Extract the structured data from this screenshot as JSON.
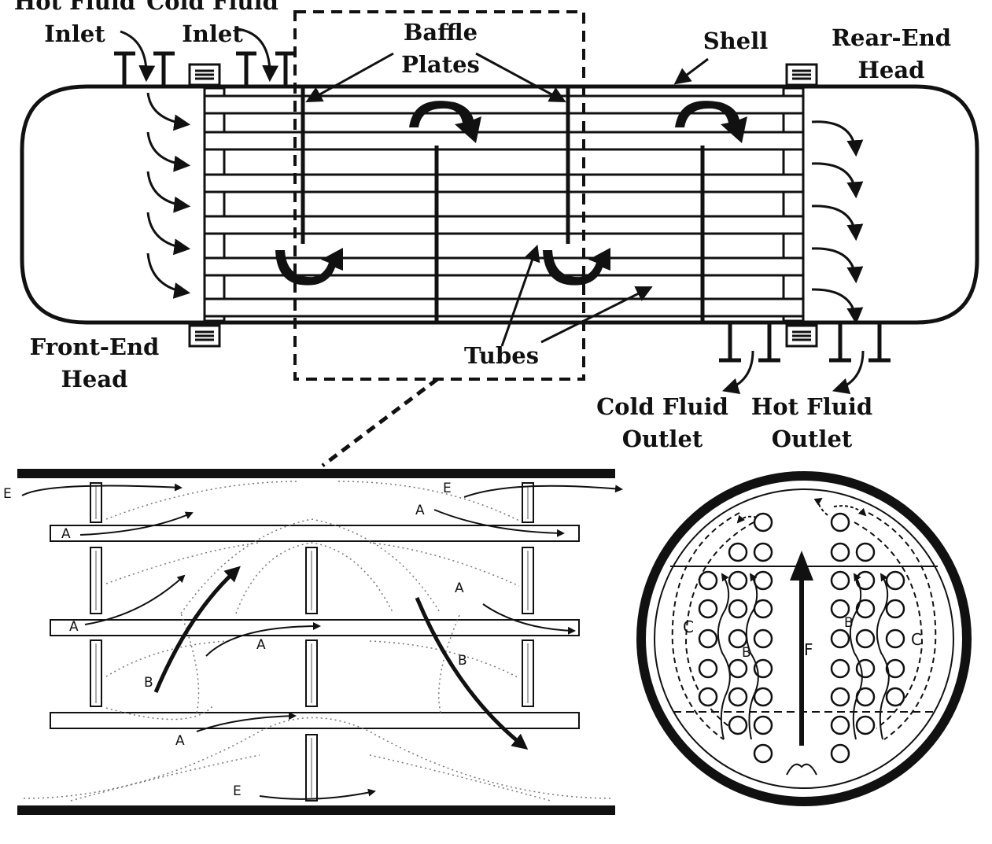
{
  "labels": {
    "hot_fluid_inlet": "Hot Fluid\nInlet",
    "cold_fluid_inlet": "Cold Fluid\nInlet",
    "baffle_plates": "Baffle\nPlates",
    "shell": "Shell",
    "rear_end_head": "Rear-End\nHead",
    "front_end_head": "Front-End\nHead",
    "tubes": "Tubes",
    "cold_fluid_outlet": "Cold Fluid\nOutlet",
    "hot_fluid_outlet": "Hot Fluid\nOutlet"
  },
  "flow_streams": {
    "a": "A",
    "b": "B",
    "c": "C",
    "e": "E",
    "f": "F"
  }
}
